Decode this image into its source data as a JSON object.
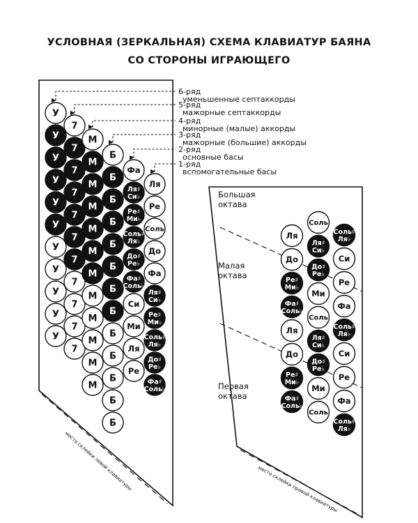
{
  "title": {
    "line1": "УСЛОВНАЯ (ЗЕРКАЛЬНАЯ) СХЕМА КЛАВИАТУР БАЯНА",
    "line2": "СО СТОРОНЫ ИГРАЮЩЕГО"
  },
  "row_labels": [
    {
      "number": "6-ряд",
      "desc": "уменьшенные септаккорды"
    },
    {
      "number": "5-ряд",
      "desc": "мажорные септаккорды"
    },
    {
      "number": "4-ряд",
      "desc": "минорные (малые) аккорды"
    },
    {
      "number": "3-ряд",
      "desc": "мажорные (большие) аккорды"
    },
    {
      "number": "2-ряд",
      "desc": "основные басы"
    },
    {
      "number": "1-ряд",
      "desc": "вспомогательные басы"
    }
  ],
  "left_keyboard": {
    "caption": "место склейки левой клавиатуры",
    "rows": [
      {
        "label": "У",
        "keys": [
          {
            "t": "У",
            "b": false
          },
          {
            "t": "У",
            "b": true
          },
          {
            "t": "У",
            "b": true
          },
          {
            "t": "У",
            "b": true
          },
          {
            "t": "У",
            "b": true
          },
          {
            "t": "У",
            "b": true
          },
          {
            "t": "У",
            "b": false
          },
          {
            "t": "У",
            "b": false
          },
          {
            "t": "У",
            "b": false
          },
          {
            "t": "У",
            "b": false
          },
          {
            "t": "У",
            "b": false
          }
        ]
      },
      {
        "label": "7",
        "keys": [
          {
            "t": "7",
            "b": false
          },
          {
            "t": "7",
            "b": true
          },
          {
            "t": "7",
            "b": true
          },
          {
            "t": "7",
            "b": true
          },
          {
            "t": "7",
            "b": true
          },
          {
            "t": "7",
            "b": true
          },
          {
            "t": "7",
            "b": true
          },
          {
            "t": "7",
            "b": false
          },
          {
            "t": "7",
            "b": false
          },
          {
            "t": "7",
            "b": false
          },
          {
            "t": "7",
            "b": false
          }
        ]
      },
      {
        "label": "М",
        "keys": [
          {
            "t": "М",
            "b": false
          },
          {
            "t": "М",
            "b": true
          },
          {
            "t": "М",
            "b": true
          },
          {
            "t": "М",
            "b": true
          },
          {
            "t": "М",
            "b": true
          },
          {
            "t": "М",
            "b": true
          },
          {
            "t": "М",
            "b": true
          },
          {
            "t": "М",
            "b": false
          },
          {
            "t": "М",
            "b": false
          },
          {
            "t": "М",
            "b": false
          },
          {
            "t": "М",
            "b": false
          },
          {
            "t": "М",
            "b": false
          }
        ]
      },
      {
        "label": "Б",
        "keys": [
          {
            "t": "Б",
            "b": false
          },
          {
            "t": "Б",
            "b": true
          },
          {
            "t": "Б",
            "b": true
          },
          {
            "t": "Б",
            "b": true
          },
          {
            "t": "Б",
            "b": true
          },
          {
            "t": "Б",
            "b": true
          },
          {
            "t": "Б",
            "b": true
          },
          {
            "t": "Б",
            "b": true
          },
          {
            "t": "Б",
            "b": false
          },
          {
            "t": "Б",
            "b": false
          },
          {
            "t": "Б",
            "b": false
          },
          {
            "t": "Б",
            "b": false
          },
          {
            "t": "Б",
            "b": false
          }
        ]
      },
      {
        "label": "Фа",
        "keys": [
          {
            "t": "Фа",
            "b": false
          },
          {
            "t": "Ля♯\nСи♭",
            "b": true
          },
          {
            "t": "Ре♯\nМи♭",
            "b": true
          },
          {
            "t": "Соль♯\nЛя♭",
            "b": true
          },
          {
            "t": "До♯\nРе♭",
            "b": true
          },
          {
            "t": "Фа♯\nСоль♭",
            "b": true
          },
          {
            "t": "Си",
            "b": false
          },
          {
            "t": "Ми",
            "b": false
          },
          {
            "t": "Ля",
            "b": false
          },
          {
            "t": "Ре",
            "b": false
          }
        ]
      },
      {
        "label": "Ля",
        "keys": [
          {
            "t": "Ля",
            "b": false
          },
          {
            "t": "Ре",
            "b": false
          },
          {
            "t": "Соль",
            "b": false
          },
          {
            "t": "До",
            "b": false
          },
          {
            "t": "Фа",
            "b": false
          },
          {
            "t": "Ля♯\nСи♭",
            "b": true
          },
          {
            "t": "Ре♯\nМи♭",
            "b": true
          },
          {
            "t": "Соль♯\nЛя♭",
            "b": true
          },
          {
            "t": "До♯\nРе♭",
            "b": true
          },
          {
            "t": "Фа♯\nСоль♭",
            "b": true
          }
        ]
      }
    ]
  },
  "right_keyboard": {
    "caption": "место склейки правой клавиатуры",
    "octaves": [
      "Большая октава",
      "Малая октава",
      "Первая октава"
    ],
    "rows": [
      {
        "keys": [
          {
            "t": "Ля",
            "b": false
          },
          {
            "t": "До",
            "b": false
          },
          {
            "t": "Ре♯\nМи♭",
            "b": true
          },
          {
            "t": "Фа♯\nСоль♭",
            "b": true
          },
          {
            "t": "Ля",
            "b": false
          },
          {
            "t": "До",
            "b": false
          },
          {
            "t": "Ре♯\nМи♭",
            "b": true
          },
          {
            "t": "Фа♯\nСоль♭",
            "b": true
          }
        ]
      },
      {
        "keys": [
          {
            "t": "Соль",
            "b": false
          },
          {
            "t": "Ля♯\nСи♭",
            "b": true
          },
          {
            "t": "До♯\nРе♭",
            "b": true
          },
          {
            "t": "Ми",
            "b": false
          },
          {
            "t": "Соль",
            "b": false
          },
          {
            "t": "Ля♯\nСи♭",
            "b": true
          },
          {
            "t": "До♯\nРе♭",
            "b": true
          },
          {
            "t": "Ми",
            "b": false
          },
          {
            "t": "Соль",
            "b": false
          }
        ]
      },
      {
        "keys": [
          {
            "t": "Соль♯\nЛя♭",
            "b": true
          },
          {
            "t": "Си",
            "b": false
          },
          {
            "t": "Ре",
            "b": false
          },
          {
            "t": "Фа",
            "b": false
          },
          {
            "t": "Соль♯\nЛя♭",
            "b": true
          },
          {
            "t": "Си",
            "b": false
          },
          {
            "t": "Ре",
            "b": false
          },
          {
            "t": "Фа",
            "b": false
          },
          {
            "t": "Соль♯\nЛя♭",
            "b": true
          }
        ]
      }
    ]
  }
}
